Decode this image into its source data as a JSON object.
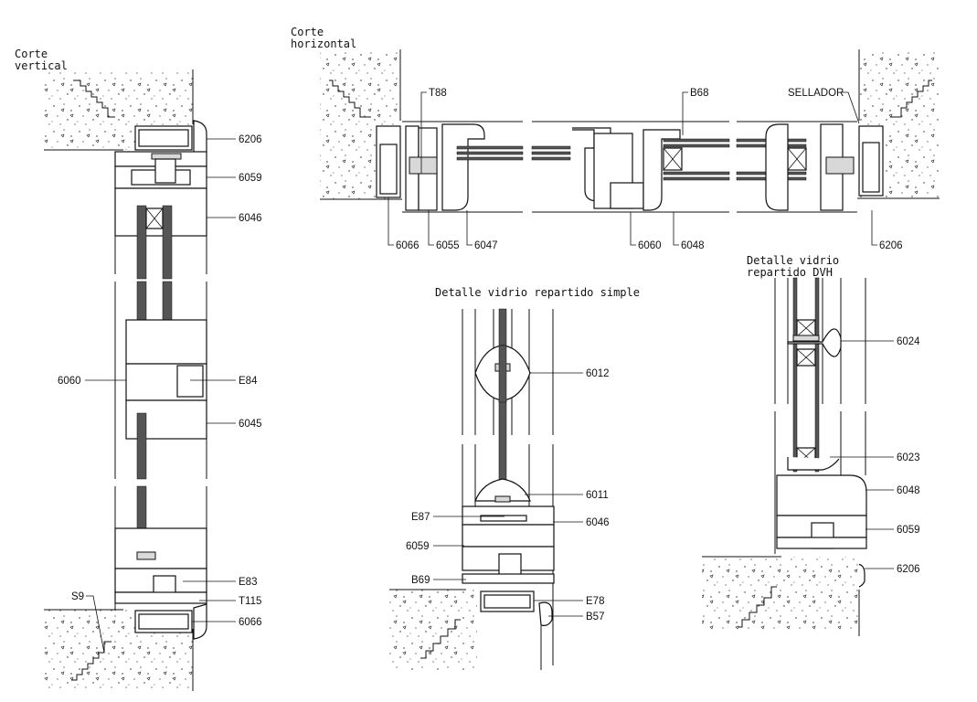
{
  "drawing": {
    "titles": {
      "vertical": [
        "Corte",
        "vertical"
      ],
      "horizontal": [
        "Corte",
        "horizontal"
      ],
      "simple": "Detalle vidrio repartido simple",
      "dvh": [
        "Detalle vidrio",
        "repartido DVH"
      ]
    },
    "vertical_labels": {
      "top_1": "6206",
      "top_2": "6059",
      "top_3": "6046",
      "mid_left": "6060",
      "mid_right": "E84",
      "mid_low": "6045",
      "bot_1": "E83",
      "bot_2": "T115",
      "bot_3": "6066",
      "bot_left": "S9"
    },
    "horizontal_labels": {
      "t88": "T88",
      "b68": "B68",
      "sellador": "SELLADOR",
      "b_1": "6066",
      "b_2": "6055",
      "b_3": "6047",
      "b_4": "6060",
      "b_5": "6048",
      "b_6": "6206"
    },
    "simple_labels": {
      "l_6012": "6012",
      "l_6011": "6011",
      "l_e87": "E87",
      "l_6046": "6046",
      "l_6059": "6059",
      "l_b69": "B69",
      "l_e78": "E78",
      "l_b57": "B57"
    },
    "dvh_labels": {
      "l_6024": "6024",
      "l_6023": "6023",
      "l_6048": "6048",
      "l_6059": "6059",
      "l_6206": "6206"
    }
  }
}
